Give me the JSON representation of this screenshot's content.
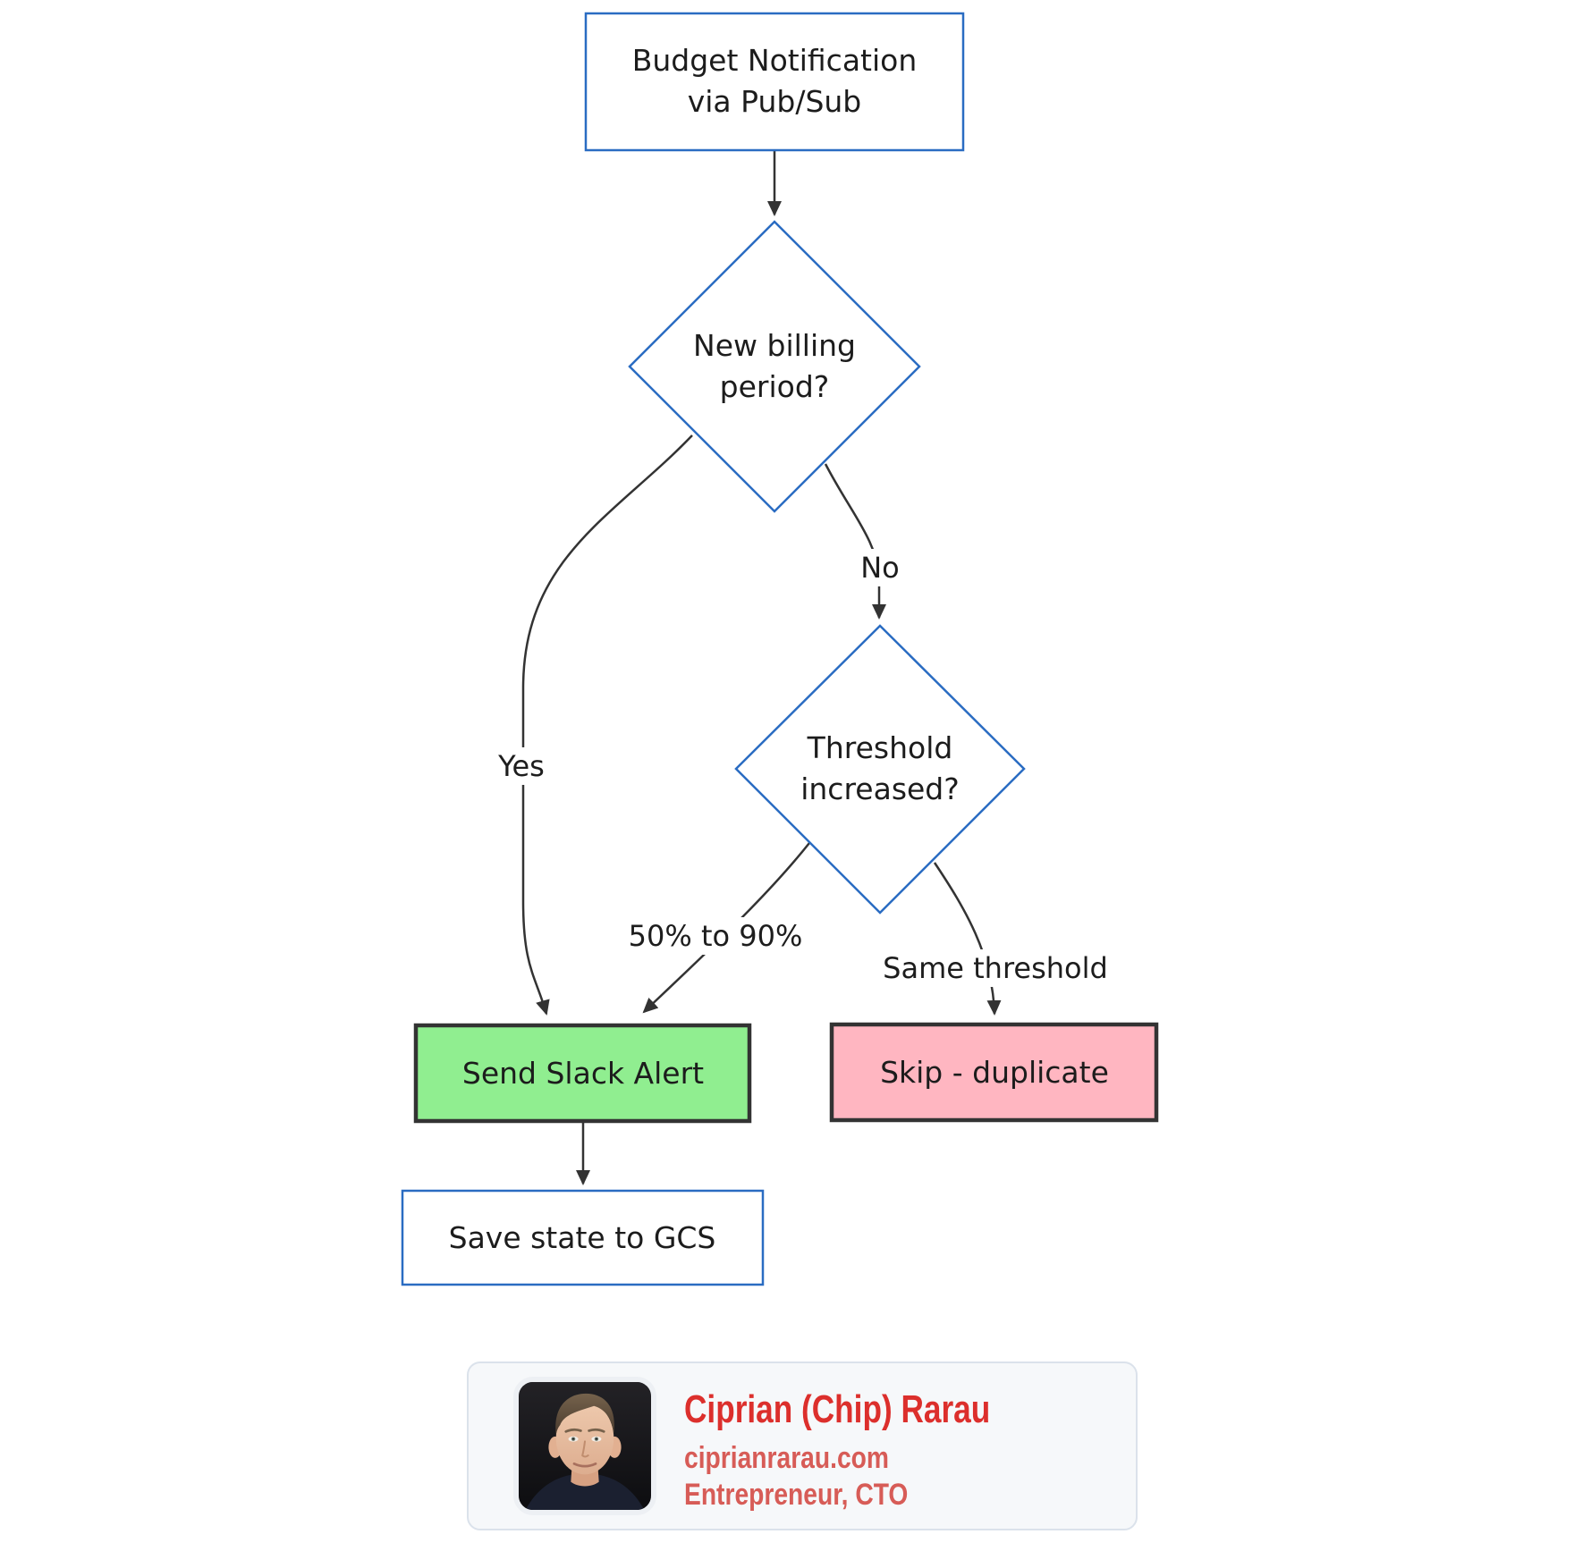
{
  "diagram": {
    "nodes": {
      "start": {
        "line1": "Budget Notification",
        "line2": "via Pub/Sub"
      },
      "billing": {
        "line1": "New billing",
        "line2": "period?"
      },
      "threshold": {
        "line1": "Threshold",
        "line2": "increased?"
      },
      "slack": {
        "label": "Send Slack Alert"
      },
      "skip": {
        "label": "Skip - duplicate"
      },
      "save": {
        "label": "Save state to GCS"
      }
    },
    "edges": {
      "yes": {
        "label": "Yes"
      },
      "no": {
        "label": "No"
      },
      "range": {
        "label": "50% to 90%"
      },
      "same": {
        "label": "Same threshold"
      }
    },
    "colors": {
      "node_border_blue": "#2a6cc2",
      "node_fill_white": "#ffffff",
      "success_fill_green": "#90ee90",
      "danger_fill_pink": "#ffb6c1",
      "emphasis_border_dark": "#333333",
      "edge_line": "#333333",
      "node_text": "#1c1c1c"
    }
  },
  "author_card": {
    "name": "Ciprian (Chip) Rarau",
    "website": "ciprianrarau.com",
    "role": "Entrepreneur, CTO",
    "name_color": "#dc2f2c",
    "sub_color": "#d75c57",
    "card_bg": "#f6f8fa",
    "card_border": "#dbe2eb"
  }
}
